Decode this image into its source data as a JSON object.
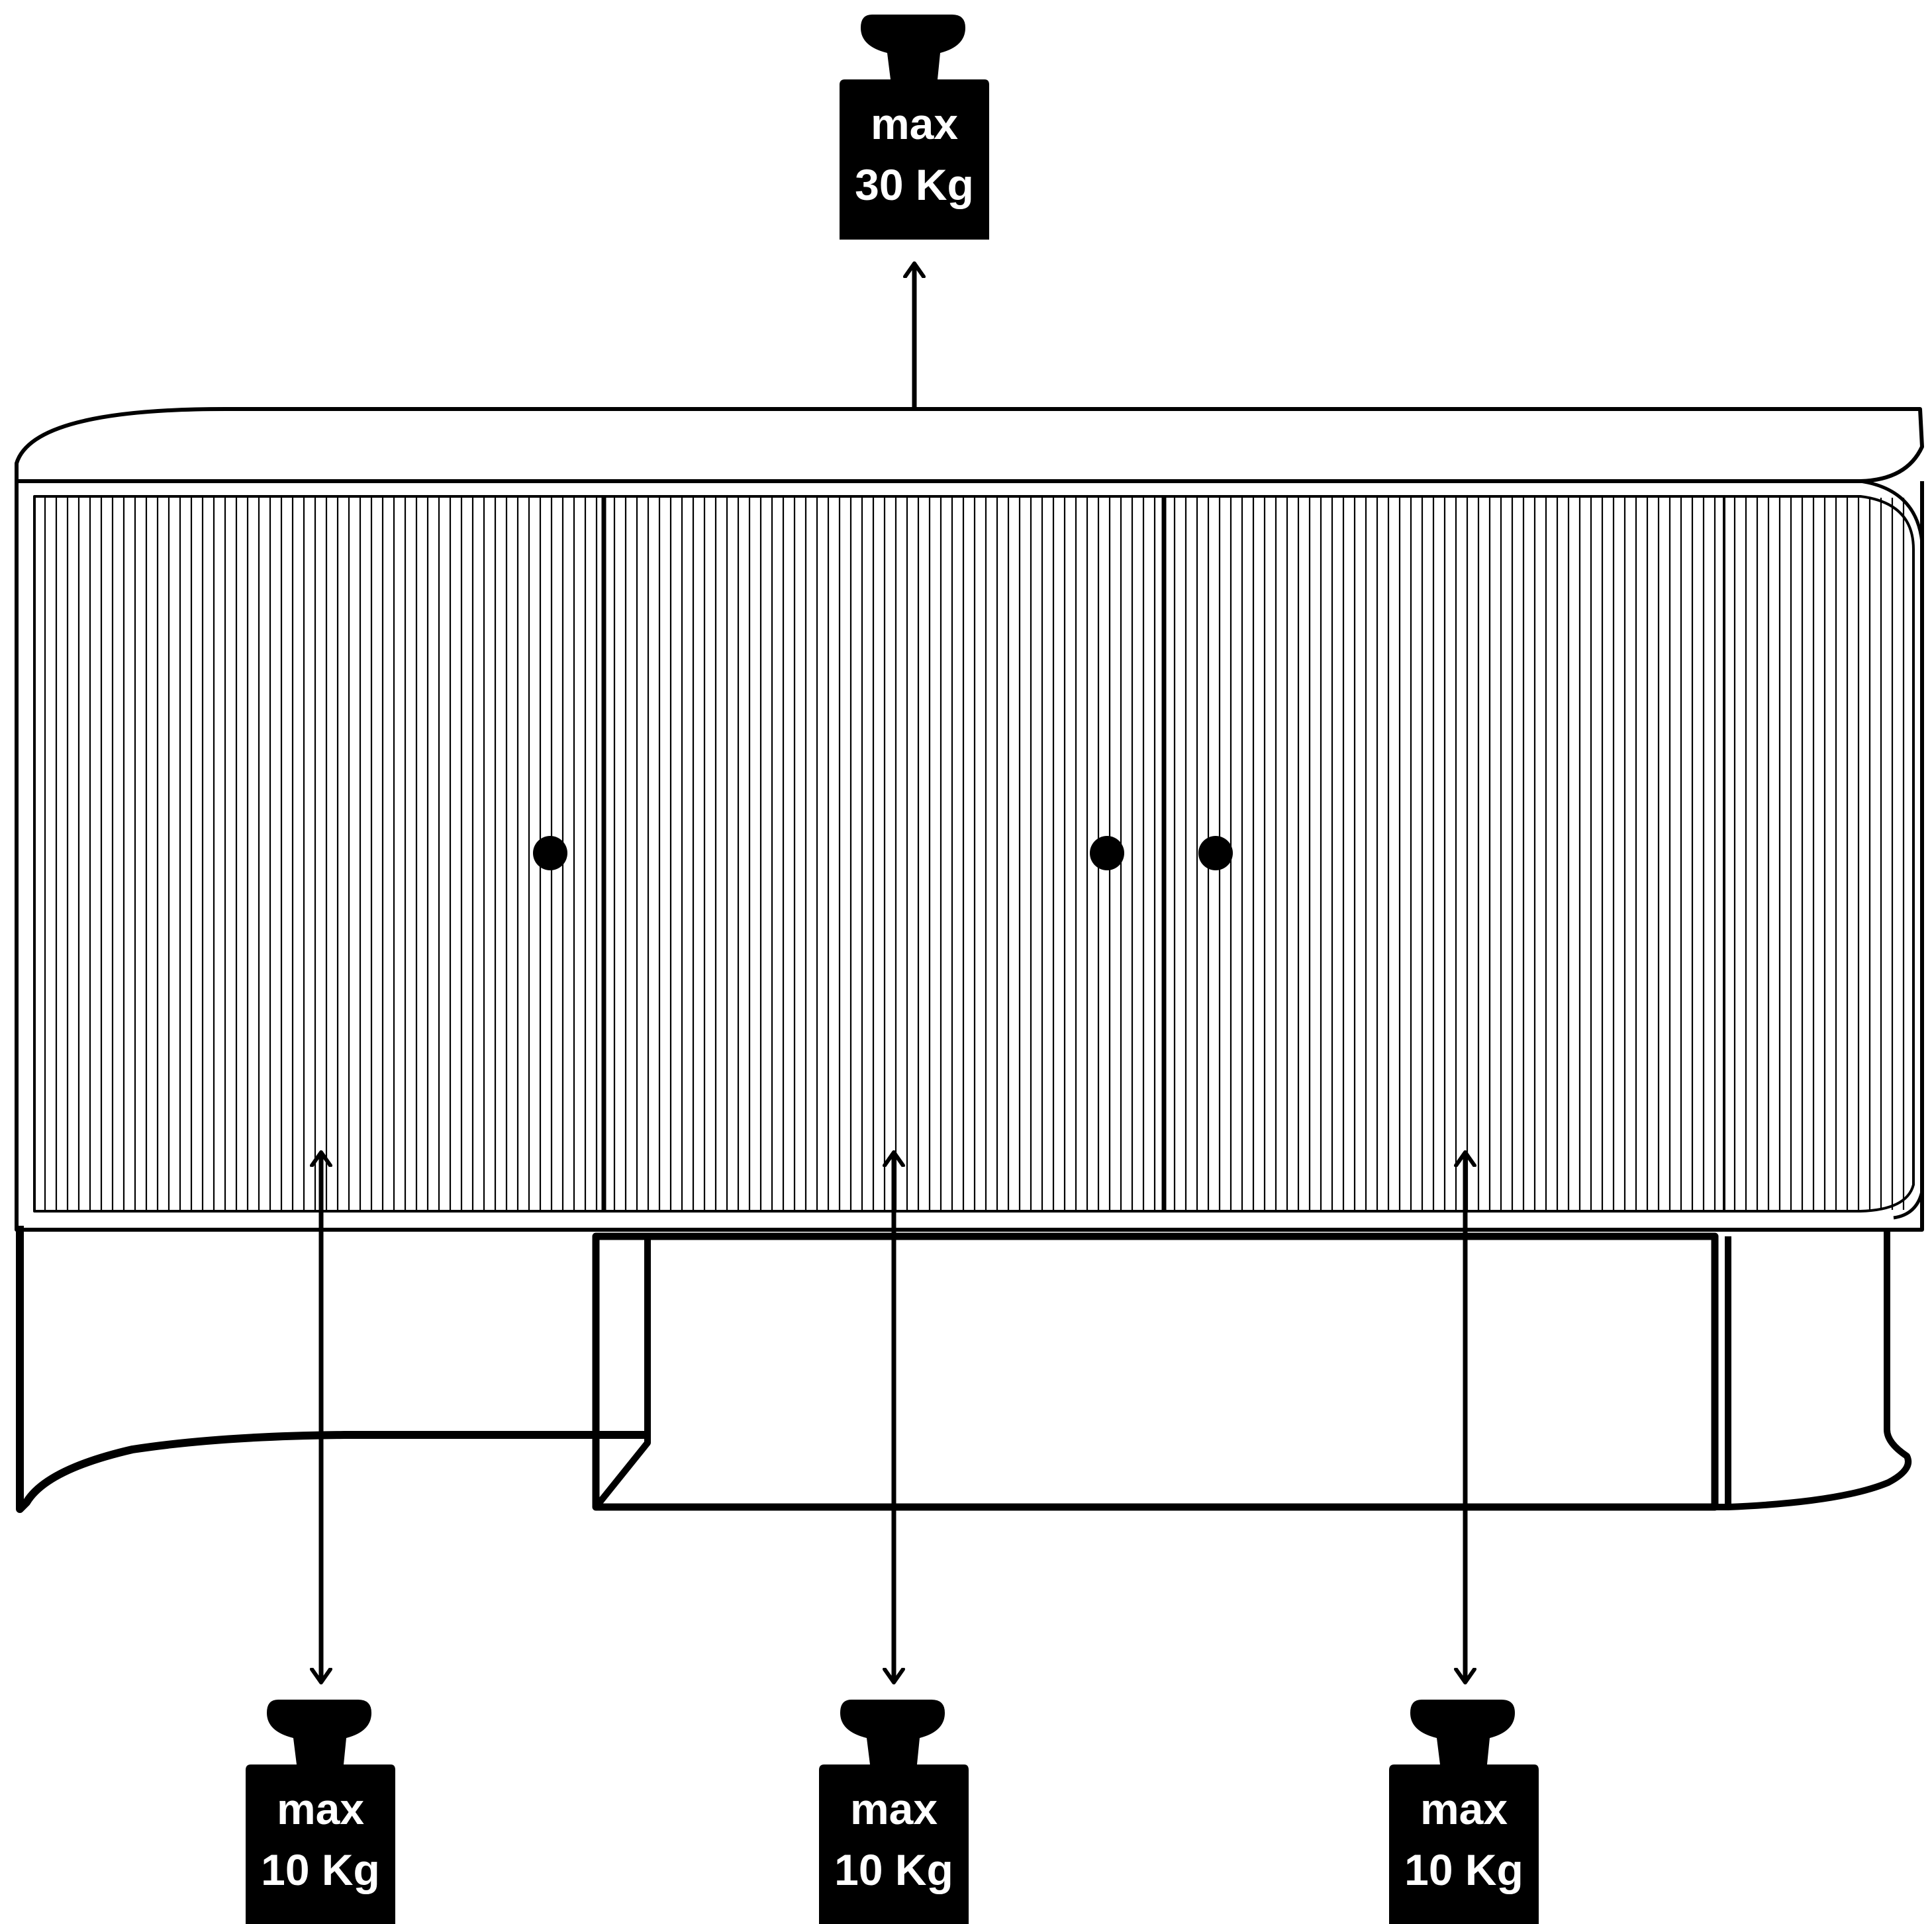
{
  "colors": {
    "line": "#000000",
    "background": "#ffffff",
    "weight_fill": "#000000",
    "weight_text": "#ffffff"
  },
  "weights": {
    "top": {
      "line1": "max",
      "line2": "30 Kg",
      "icon": "weight-icon"
    },
    "left": {
      "line1": "max",
      "line2": "10 Kg",
      "icon": "weight-icon"
    },
    "center": {
      "line1": "max",
      "line2": "10 Kg",
      "icon": "weight-icon"
    },
    "right": {
      "line1": "max",
      "line2": "10 Kg",
      "icon": "weight-icon"
    }
  }
}
